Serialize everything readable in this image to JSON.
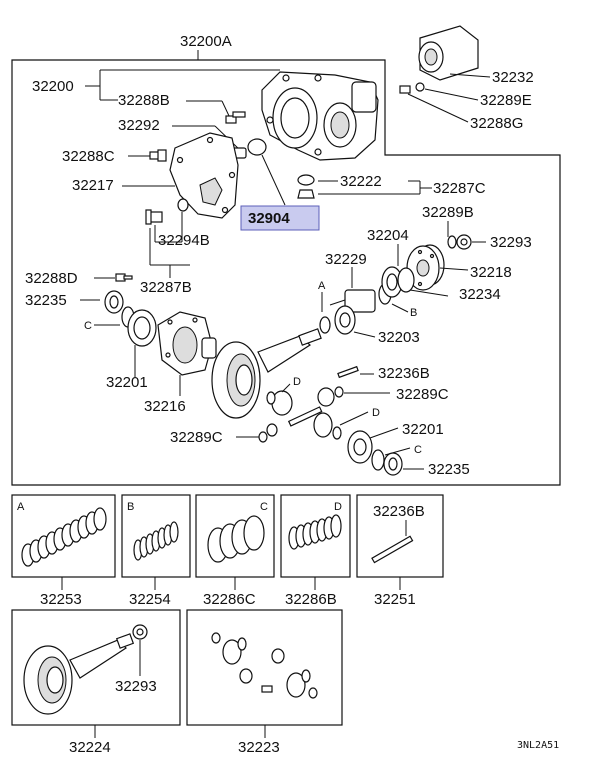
{
  "callouts": {
    "c32200A": "32200A",
    "c32200": "32200",
    "c32288B": "32288B",
    "c32292": "32292",
    "c32288C": "32288C",
    "c32217": "32217",
    "c32904": "32904",
    "c32222": "32222",
    "c32287C": "32287C",
    "c32232": "32232",
    "c32289E": "32289E",
    "c32288G": "32288G",
    "c32289B": "32289B",
    "c32294B": "32294B",
    "c32204": "32204",
    "c32293_top": "32293",
    "c32229": "32229",
    "c32218": "32218",
    "c32288D": "32288D",
    "c32287B": "32287B",
    "c32234": "32234",
    "c32235_top": "32235",
    "c32203": "32203",
    "c32201_left": "32201",
    "c32236B": "32236B",
    "c32216": "32216",
    "c32289C_right": "32289C",
    "c32201_right": "32201",
    "c32289C_bottom": "32289C",
    "c32235_bottom": "32235"
  },
  "letters": {
    "A": "A",
    "B": "B",
    "C": "C",
    "D": "D"
  },
  "kits": {
    "A": {
      "letter": "A",
      "code": "32253"
    },
    "B": {
      "letter": "B",
      "code": "32254"
    },
    "C": {
      "letter": "C",
      "code": "32286C"
    },
    "D": {
      "letter": "D",
      "code": "32286B"
    },
    "E": {
      "label": "32236B",
      "code": "32251"
    },
    "F": {
      "code": "32224",
      "inner": "32293"
    },
    "G": {
      "code": "32223"
    }
  },
  "drawing_code": "3NL2A51",
  "highlight_color": "#c9cbef"
}
